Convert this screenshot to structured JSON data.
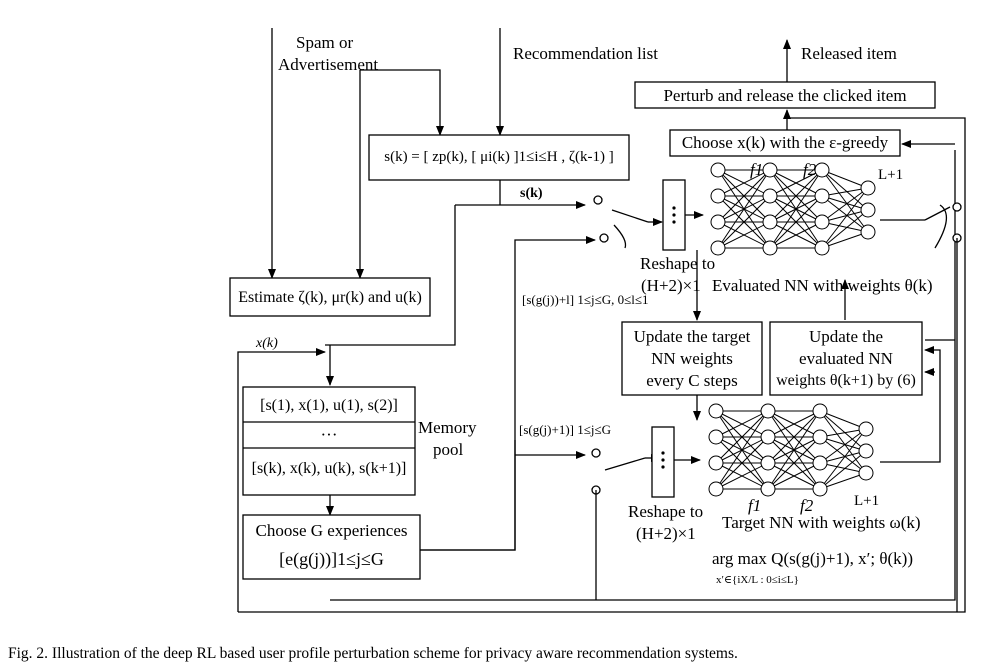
{
  "labels": {
    "spam_line1": "Spam or",
    "spam_line2": "Advertisement",
    "recommendation_list": "Recommendation list",
    "released_item": "Released item",
    "s_k_label": "s(k)",
    "x_k_label": "x(k)",
    "reshape_top_line1": "Reshape to",
    "reshape_top_line2": "(H+2)×1",
    "reshape_bottom_line1": "Reshape to",
    "reshape_bottom_line2": "(H+2)×1",
    "evaluated_nn": "Evaluated NN with weights θ(k)",
    "target_nn": "Target NN with weights ω(k)",
    "memory_pool_line1": "Memory",
    "memory_pool_line2": "pool",
    "batch_upper": "[s(g(j))+l] 1≤j≤G, 0≤l≤1",
    "batch_lower": "[s(g(j)+1)] 1≤j≤G",
    "f1_top": "f1",
    "f2_top": "f2",
    "L1_top": "L+1",
    "f1_bottom": "f1",
    "f2_bottom": "f2",
    "L1_bottom": "L+1",
    "argmax": "arg max Q(s(g(j)+1), x′; θ(k))",
    "argmax_sub": "x′∈{iX/L : 0≤i≤L}"
  },
  "boxes": {
    "perturb": "Perturb and release the clicked item",
    "choose_x": "Choose x(k) with the ε-greedy",
    "state": "s(k) = [ zp(k), [ μi(k) ]1≤i≤H , ζ(k-1) ]",
    "estimate": "Estimate ζ(k), μr(k) and u(k)",
    "update_target_line1": "Update the target",
    "update_target_line2": "NN weights",
    "update_target_line3": "every C steps",
    "update_eval_line1": "Update the",
    "update_eval_line2": "evaluated NN",
    "update_eval_line3": "weights θ(k+1) by (6)",
    "memory_row1": "[s(1), x(1), u(1), s(2)]",
    "memory_row2": "···",
    "memory_row3": "[s(k), x(k), u(k), s(k+1)]",
    "choose_g": "Choose G experiences",
    "choose_g_formula": "[e(g(j))]1≤j≤G"
  },
  "caption": "Fig. 2.  Illustration of the deep RL based user profile perturbation scheme for privacy aware recommendation systems."
}
